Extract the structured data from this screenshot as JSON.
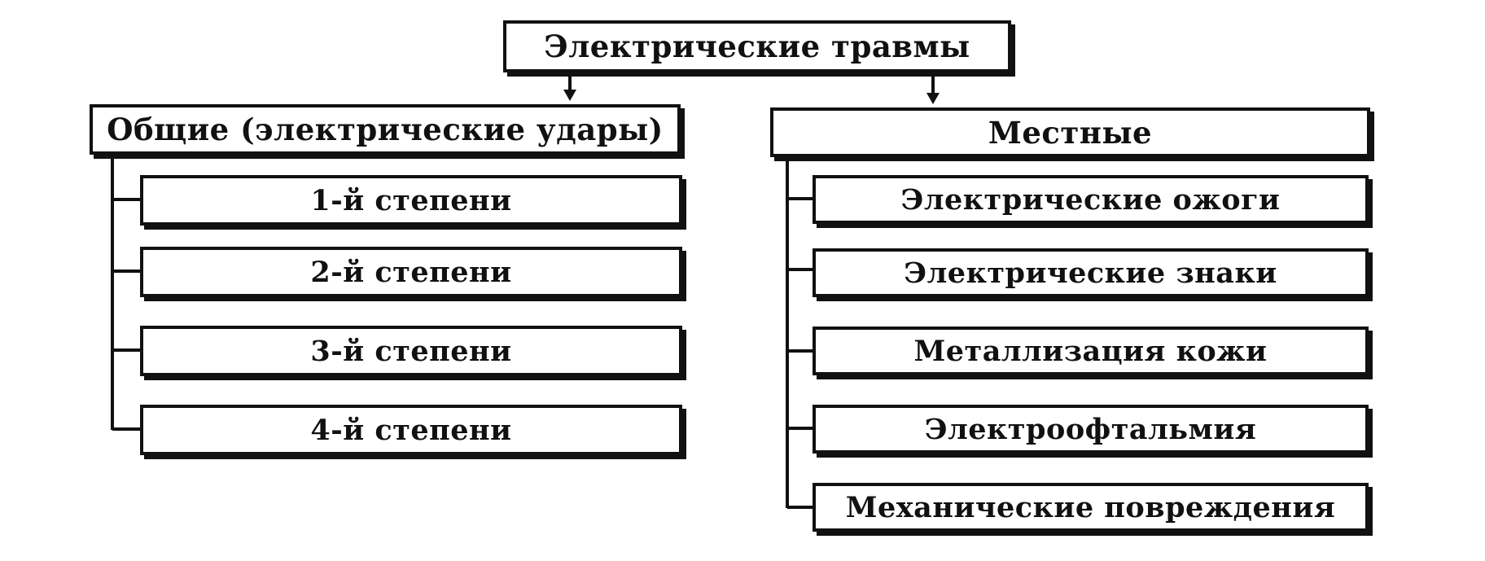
{
  "root": {
    "label": "Электрические травмы"
  },
  "general": {
    "label": "Общие (электрические удары)",
    "items": [
      "1-й степени",
      "2-й степени",
      "3-й степени",
      "4-й степени"
    ]
  },
  "local": {
    "label": "Местные",
    "items": [
      "Электрические ожоги",
      "Электрические знаки",
      "Металлизация кожи",
      "Электроофтальмия",
      "Механические повреждения"
    ]
  }
}
